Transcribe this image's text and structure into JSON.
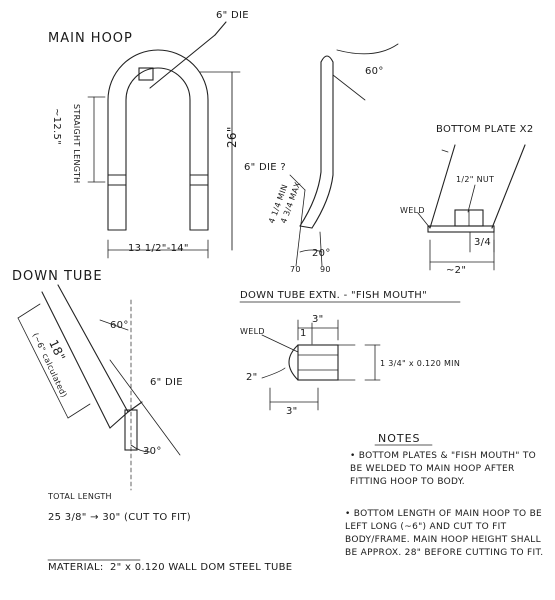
{
  "main_hoop": {
    "title": "MAIN HOOP",
    "die": "6\" DIE",
    "straight": "~12.5\"",
    "straight_note": "STRAIGHT LENGTH",
    "height": "26\"",
    "width": "13 1/2\"-14\"",
    "angle_top": "60°",
    "die2": "6\" DIE ?",
    "min": "4 1/4 MIN",
    "max": "4 3/4 MAX",
    "angle_bottom": "20°",
    "left_deg": "70",
    "right_deg": "90"
  },
  "bottom_plate": {
    "title": "BOTTOM PLATE X2",
    "nut": "1/2\" NUT",
    "weld": "WELD",
    "height": "3/4",
    "width": "~2\""
  },
  "down_tube": {
    "title": "DOWN TUBE",
    "length": "18\"",
    "length_note": "(~6\" calculated)",
    "angle_top": "60°",
    "die": "6\" DIE",
    "angle_bottom": "30°"
  },
  "fish_mouth": {
    "title": "DOWN TUBE EXTN. - \"FISH MOUTH\"",
    "weld": "WELD",
    "top_dim": "3\"",
    "one": "1",
    "dia": "1 3/4\" x 0.120 MIN",
    "two": "2\"",
    "bottom_dim": "3\""
  },
  "total": {
    "label": "TOTAL LENGTH",
    "value": "25 3/8\" → 30\"   (CUT TO FIT)"
  },
  "material": {
    "label": "MATERIAL:",
    "value": "2\" x 0.120 WALL DOM STEEL TUBE"
  },
  "notes": {
    "title": "NOTES",
    "items": [
      "• BOTTOM PLATES & \"FISH MOUTH\" TO BE WELDED TO MAIN HOOP AFTER FITTING HOOP TO BODY.",
      "• BOTTOM LENGTH OF MAIN HOOP TO BE LEFT LONG (~6\") AND CUT TO FIT BODY/FRAME. MAIN HOOP HEIGHT SHALL BE APPROX. 28\" BEFORE CUTTING TO FIT."
    ]
  }
}
